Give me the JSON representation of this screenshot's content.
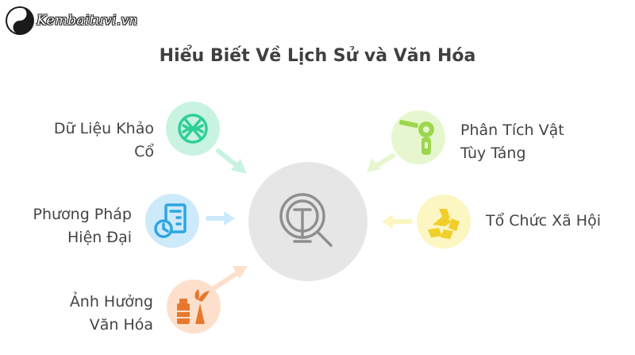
{
  "brand": {
    "text": "Kembaituvi.vn"
  },
  "title": "Hiểu Biết Về Lịch Sử và Văn Hóa",
  "nodes": [
    {
      "id": "archaeology",
      "lines": [
        "Dữ Liệu Khảo",
        "Cổ"
      ],
      "color": "#c8f3e0",
      "icon_color": "#2fcf98",
      "icon": "artifact-icon"
    },
    {
      "id": "methods",
      "lines": [
        "Phương Pháp",
        "Hiện Đại"
      ],
      "color": "#cdeafb",
      "icon_color": "#2ea6df",
      "icon": "clock-document-icon"
    },
    {
      "id": "culture",
      "lines": [
        "Ảnh Hưởng",
        "Văn Hóa"
      ],
      "color": "#fde0cc",
      "icon_color": "#e8782e",
      "icon": "culture-icon"
    },
    {
      "id": "burial",
      "lines": [
        "Phân Tích Vật",
        "Tùy Táng"
      ],
      "color": "#e6f7cf",
      "icon_color": "#9ed64d",
      "icon": "tools-icon"
    },
    {
      "id": "society",
      "lines": [
        "Tổ Chức Xã Hội"
      ],
      "color": "#fbf6c2",
      "icon_color": "#f0cf2a",
      "icon": "teamwork-icon"
    }
  ],
  "center": {
    "icon": "magnifier-icon",
    "color": "#e6e6e6"
  }
}
